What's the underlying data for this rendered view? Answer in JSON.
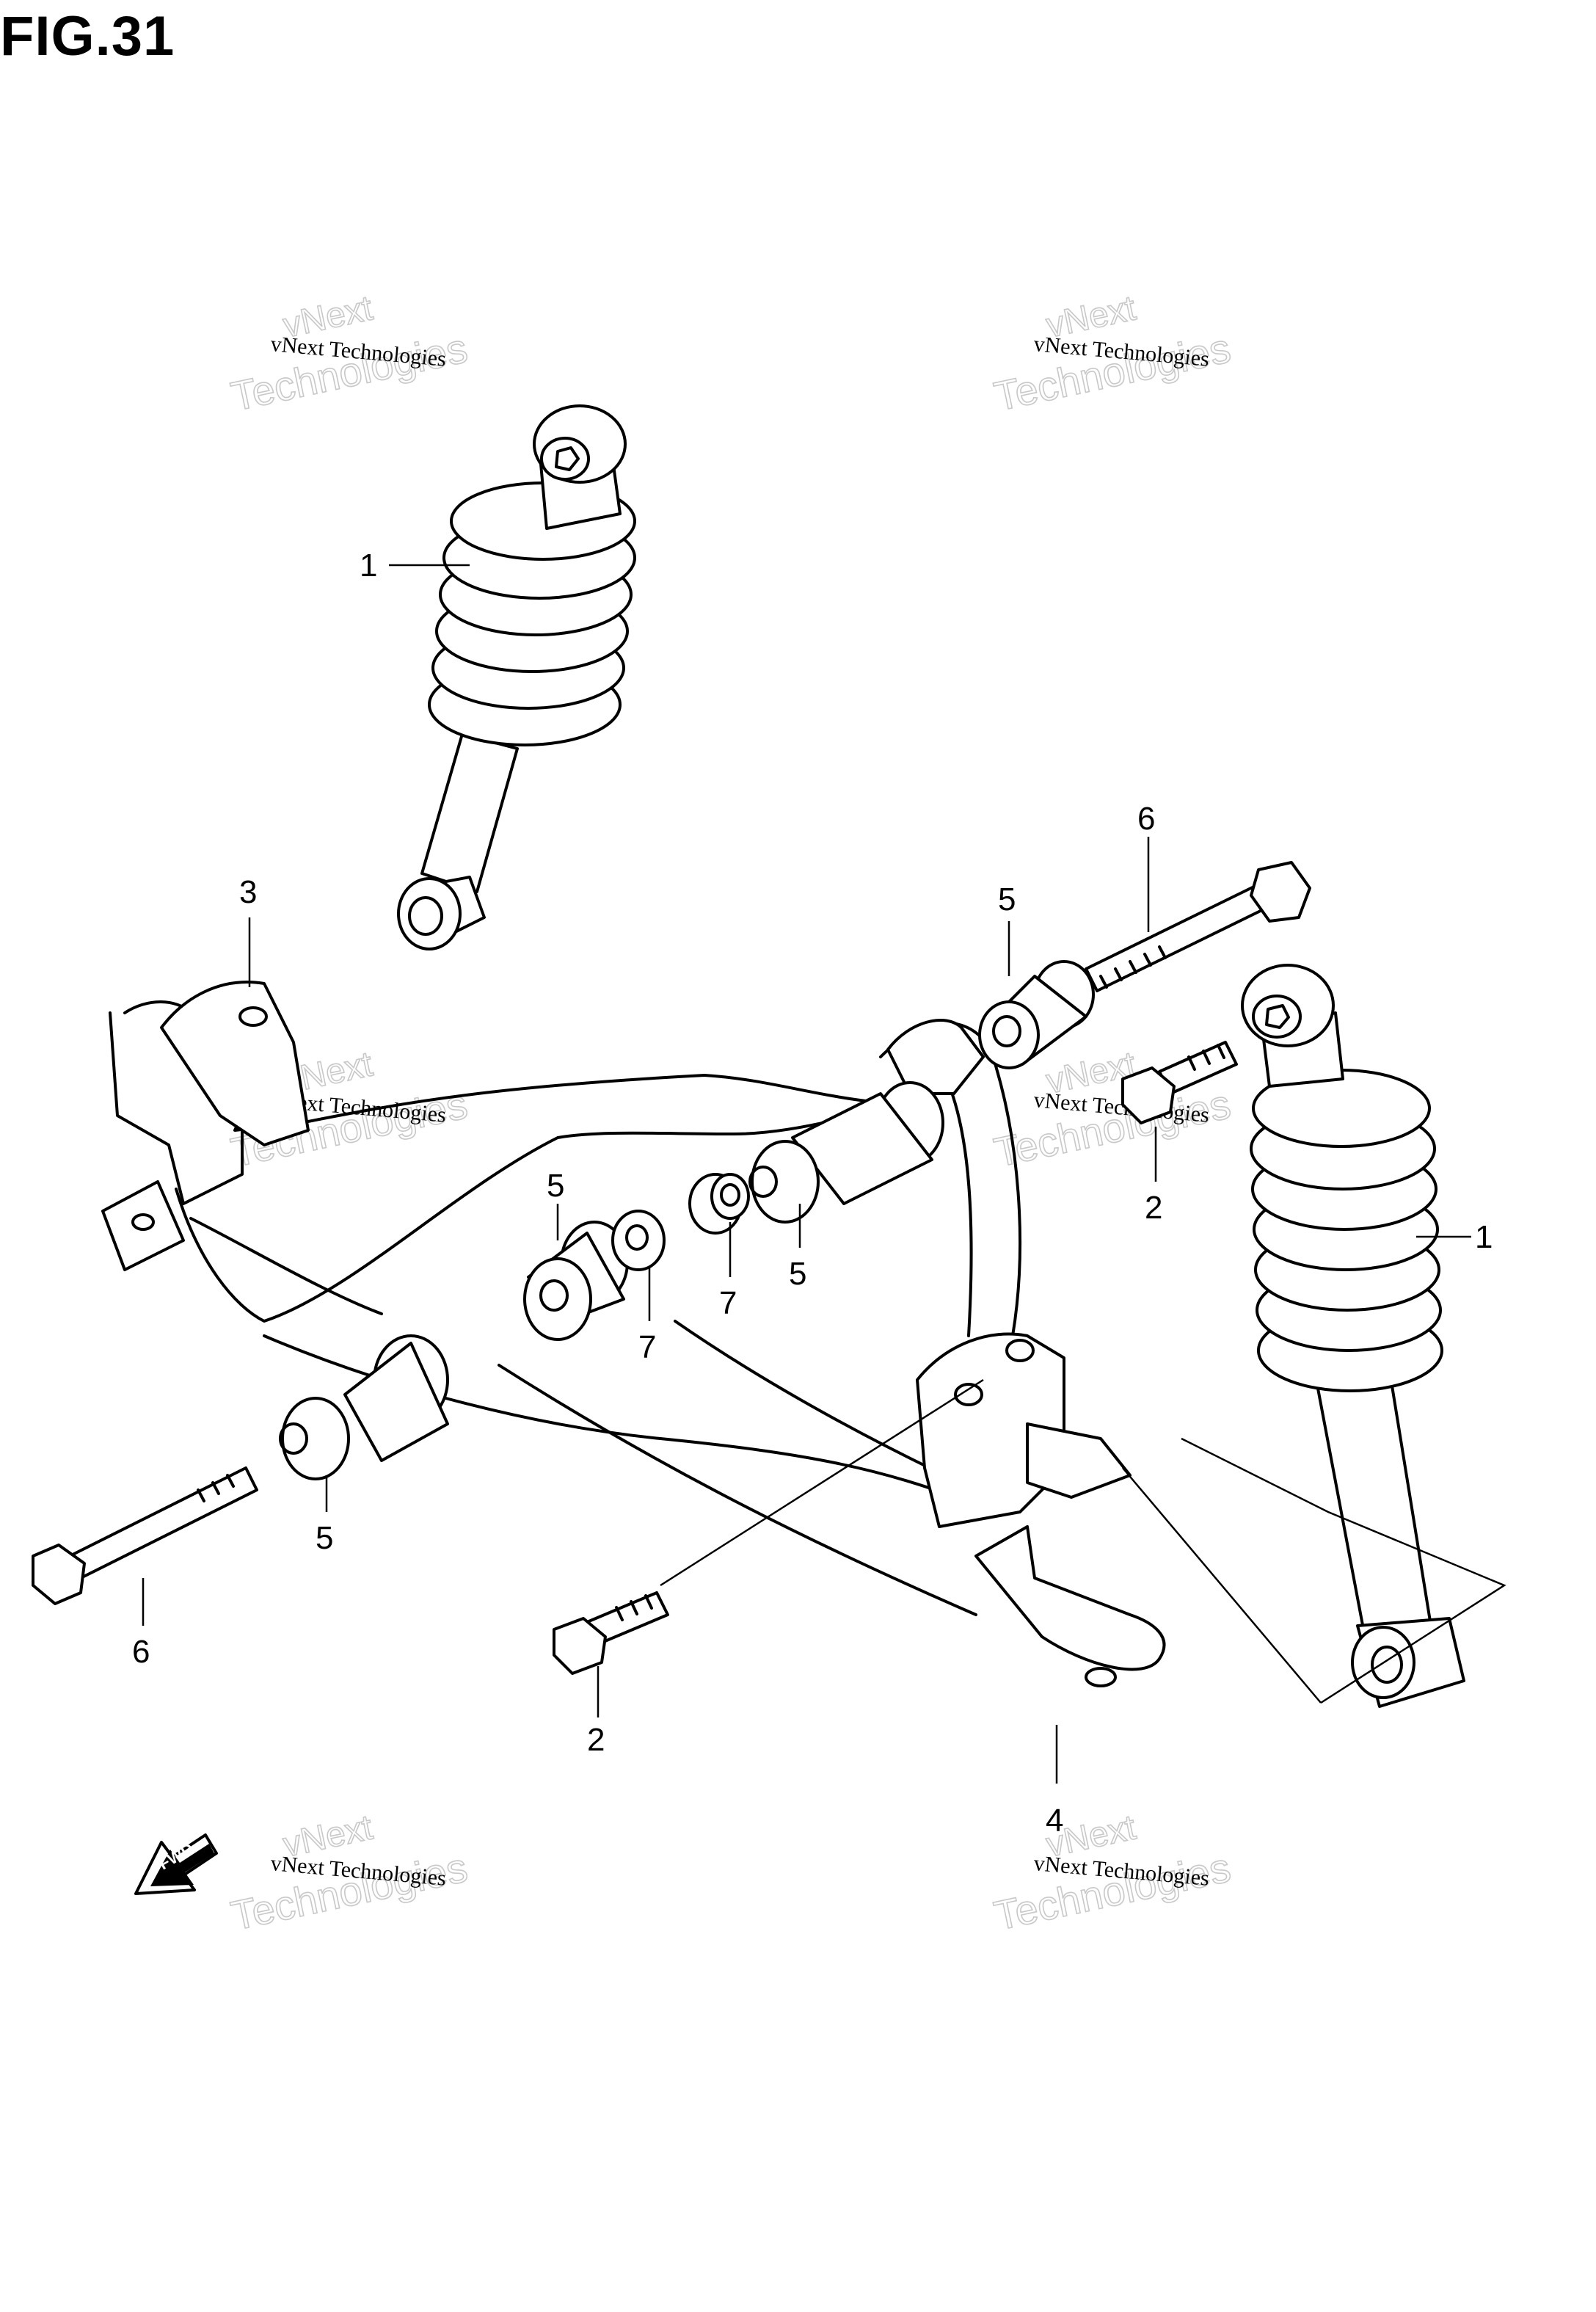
{
  "figure": {
    "title": "FIG.31"
  },
  "watermark": {
    "line1": "vNext Technologies",
    "line2": "vNext",
    "line3": "Technologies"
  },
  "fwd_label": "FWD",
  "callouts": [
    {
      "id": "c1a",
      "label": "1"
    },
    {
      "id": "c1b",
      "label": "1"
    },
    {
      "id": "c2a",
      "label": "2"
    },
    {
      "id": "c2b",
      "label": "2"
    },
    {
      "id": "c3",
      "label": "3"
    },
    {
      "id": "c4",
      "label": "4"
    },
    {
      "id": "c5a",
      "label": "5"
    },
    {
      "id": "c5b",
      "label": "5"
    },
    {
      "id": "c5c",
      "label": "5"
    },
    {
      "id": "c5d",
      "label": "5"
    },
    {
      "id": "c6a",
      "label": "6"
    },
    {
      "id": "c6b",
      "label": "6"
    },
    {
      "id": "c7a",
      "label": "7"
    },
    {
      "id": "c7b",
      "label": "7"
    }
  ]
}
